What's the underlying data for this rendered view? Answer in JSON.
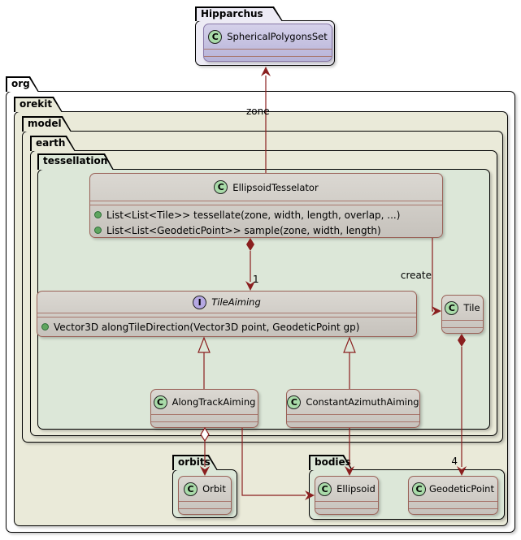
{
  "colors": {
    "page_bg": "#ffffff",
    "package_border": "#000000",
    "beige_fill": "#eaead9",
    "green_fill": "#dce7d8",
    "hipparchus_fill": "#edebf5",
    "class_border": "#9a6258",
    "separator": "#a8766c",
    "class_fill_top": "#dbd8d2",
    "class_fill_bottom": "#c6c2bc",
    "lavender_fill_top": "#d5d1ea",
    "lavender_fill_bottom": "#b7b3d8",
    "lavender_border": "#8878a8",
    "line": "#8a1f1f",
    "class_icon_fill": "#a9dba9",
    "interface_icon_fill": "#b5a8e2",
    "method_bullet": "#5fa55f"
  },
  "packages": {
    "hipparchus": {
      "label": "Hipparchus"
    },
    "org": {
      "label": "org"
    },
    "orekit": {
      "label": "orekit"
    },
    "model": {
      "label": "model"
    },
    "earth": {
      "label": "earth"
    },
    "tessellation": {
      "label": "tessellation"
    },
    "orbits": {
      "label": "orbits"
    },
    "bodies": {
      "label": "bodies"
    }
  },
  "classes": {
    "spherical_polygons_set": {
      "stereotype": "C",
      "name": "SphericalPolygonsSet"
    },
    "ellipsoid_tesselator": {
      "stereotype": "C",
      "name": "EllipsoidTesselator",
      "methods": [
        "List<List<Tile>> tessellate(zone, width, length, overlap, ...)",
        "List<List<GeodeticPoint>> sample(zone, width, length)"
      ]
    },
    "tile_aiming": {
      "stereotype": "I",
      "name": "TileAiming",
      "methods": [
        "Vector3D alongTileDirection(Vector3D point, GeodeticPoint gp)"
      ]
    },
    "along_track_aiming": {
      "stereotype": "C",
      "name": "AlongTrackAiming"
    },
    "constant_azimuth_aiming": {
      "stereotype": "C",
      "name": "ConstantAzimuthAiming"
    },
    "tile": {
      "stereotype": "C",
      "name": "Tile"
    },
    "orbit": {
      "stereotype": "C",
      "name": "Orbit"
    },
    "ellipsoid": {
      "stereotype": "C",
      "name": "Ellipsoid"
    },
    "geodetic_point": {
      "stereotype": "C",
      "name": "GeodeticPoint"
    }
  },
  "edges": {
    "tesselator_to_sphericalpolygonsset": {
      "label": "zone"
    },
    "tesselator_to_tileaiming": {
      "multiplicity": "1"
    },
    "tesselator_to_tile": {
      "label": "create"
    },
    "tile_to_geodeticpoint": {
      "multiplicity": "4"
    }
  }
}
